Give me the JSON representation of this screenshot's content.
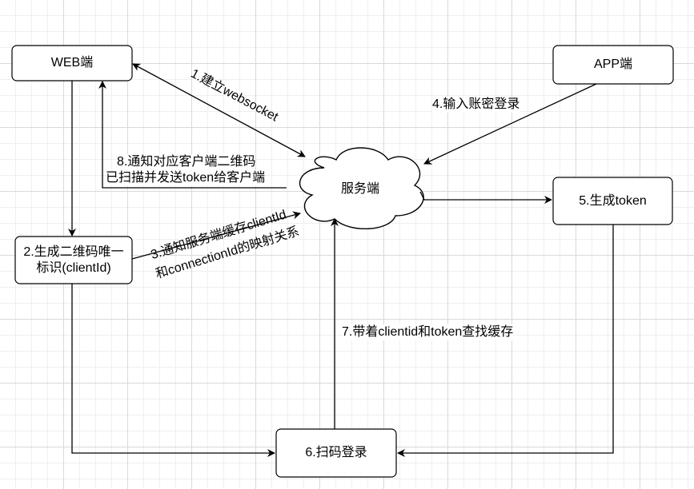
{
  "nodes": {
    "web": "WEB端",
    "app": "APP端",
    "server": "服务端",
    "gen_qr": "2.生成二维码唯一标识(clientId)",
    "gen_token": "5.生成token",
    "scan_login": "6.扫码登录"
  },
  "edges": {
    "e1": "1.建立websocket",
    "e3_line1": "3.通知服务端缓存clientId",
    "e3_line2": "和connectionId的映射关系",
    "e4": "4.输入账密登录",
    "e7": "7.带着clientid和token查找缓存",
    "e8_line1": "8.通知对应客户端二维码",
    "e8_line2": "已扫描并发送token给客户端"
  },
  "colors": {
    "stroke": "#000000",
    "fill": "#ffffff"
  }
}
